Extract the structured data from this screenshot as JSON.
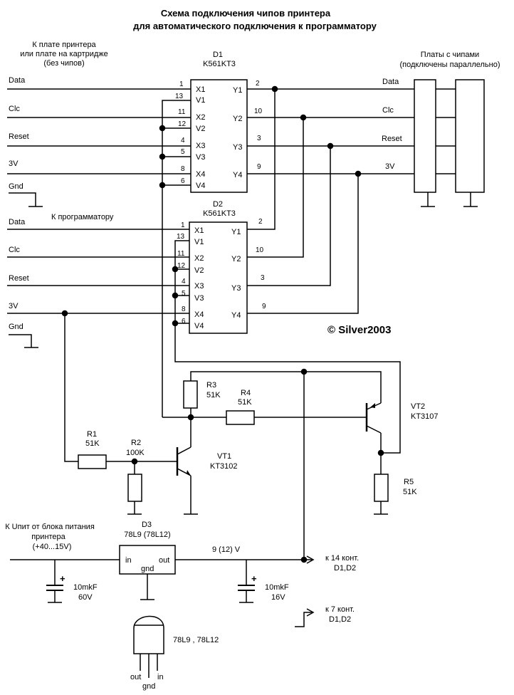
{
  "title": {
    "line1": "Схема подключения чипов принтера",
    "line2": "для автоматического подключения к программатору"
  },
  "labels": {
    "to_printer_1": "К плате принтера",
    "to_printer_2": "или плате на картридже",
    "to_printer_3": "(без чипов)",
    "chip_boards_1": "Платы с чипами",
    "chip_boards_2": "(подключены параллельно)",
    "to_programmer": "К программатору",
    "copyright": "© Silver2003",
    "unit_1": "К Uпит от блока питания",
    "unit_2": "принтера",
    "unit_3": "(+40...15V)",
    "out_voltage": "9 (12) V",
    "to_pin14_1": "к 14 конт.",
    "to_pin14_2": "D1,D2",
    "to_pin7_1": "к 7 конт.",
    "to_pin7_2": "D1,D2",
    "package_name": "78L9 , 78L12",
    "pkg_out": "out",
    "pkg_gnd": "gnd",
    "pkg_in": "in"
  },
  "signals": {
    "data": "Data",
    "clc": "Clc",
    "reset": "Reset",
    "v3": "3V",
    "gnd": "Gnd"
  },
  "chips": {
    "d1_name": "D1",
    "d1_type": "K561KT3",
    "d2_name": "D2",
    "d2_type": "K561KT3",
    "pins_left": [
      "X1",
      "V1",
      "X2",
      "V2",
      "X3",
      "V3",
      "X4",
      "V4"
    ],
    "pins_right": [
      "Y1",
      "Y2",
      "Y3",
      "Y4"
    ],
    "pin_nums_left": [
      "1",
      "13",
      "11",
      "12",
      "4",
      "5",
      "8",
      "6"
    ],
    "pin_nums_right": [
      "2",
      "10",
      "3",
      "9"
    ]
  },
  "components": {
    "r1": {
      "name": "R1",
      "value": "51K"
    },
    "r2": {
      "name": "R2",
      "value": "100K"
    },
    "r3": {
      "name": "R3",
      "value": "51K"
    },
    "r4": {
      "name": "R4",
      "value": "51K"
    },
    "r5": {
      "name": "R5",
      "value": "51K"
    },
    "vt1": {
      "name": "VT1",
      "type": "KT3102"
    },
    "vt2": {
      "name": "VT2",
      "type": "KT3107"
    },
    "d3": {
      "name": "D3",
      "type": "78L9  (78L12)",
      "in": "in",
      "out": "out",
      "gnd": "gnd"
    },
    "c1": {
      "value": "10mkF",
      "voltage": "60V",
      "plus": "+"
    },
    "c2": {
      "value": "10mkF",
      "voltage": "16V",
      "plus": "+"
    }
  }
}
